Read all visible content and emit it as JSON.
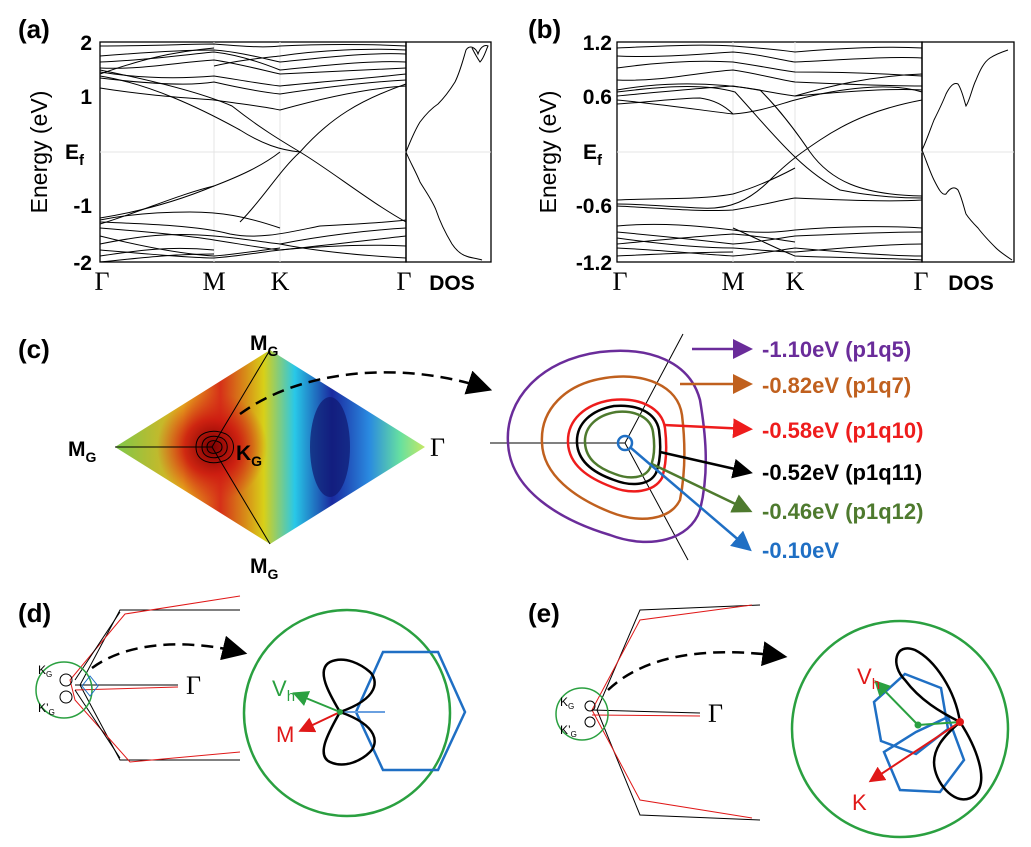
{
  "panels": {
    "a": {
      "label": "(a)",
      "ylabel": "Energy (eV)",
      "yticks": [
        "2",
        "1",
        "E",
        "-1",
        "-2"
      ],
      "ef_sub": "f",
      "kpoints": [
        "Γ",
        "M",
        "K",
        "Γ"
      ],
      "dos_label": "DOS"
    },
    "b": {
      "label": "(b)",
      "ylabel": "Energy (eV)",
      "yticks": [
        "1.2",
        "0.6",
        "E",
        "-0.6",
        "-1.2"
      ],
      "ef_sub": "f",
      "kpoints": [
        "Γ",
        "M",
        "K",
        "Γ"
      ],
      "dos_label": "DOS"
    },
    "c": {
      "label": "(c)",
      "bz_points": {
        "m_top": "M",
        "m_left": "M",
        "m_bottom": "M",
        "k": "K",
        "sub": "G",
        "gamma": "Γ"
      },
      "legend": [
        {
          "text": "-1.10eV",
          "tag": "(p1q5)",
          "color": "#6a2c9a"
        },
        {
          "text": "-0.82eV",
          "tag": "(p1q7)",
          "color": "#c0601e"
        },
        {
          "text": "-0.58eV",
          "tag": "(p1q10)",
          "color": "#ee1c1c"
        },
        {
          "text": "-0.52eV",
          "tag": "(p1q11)",
          "color": "#000000"
        },
        {
          "text": "-0.46eV",
          "tag": "(p1q12)",
          "color": "#4e7a2e"
        },
        {
          "text": "-0.10eV",
          "tag": "",
          "color": "#1f6fc4"
        }
      ]
    },
    "d": {
      "label": "(d)",
      "k_label": "K",
      "kp_label": "K’",
      "sub": "G",
      "gamma": "Γ",
      "vh": "V",
      "vh_sub": "h",
      "m_vec": "M"
    },
    "e": {
      "label": "(e)",
      "k_label": "K",
      "kp_label": "K’",
      "sub": "G",
      "gamma": "Γ",
      "vh": "V",
      "vh_sub": "h",
      "k_vec": "K"
    }
  }
}
